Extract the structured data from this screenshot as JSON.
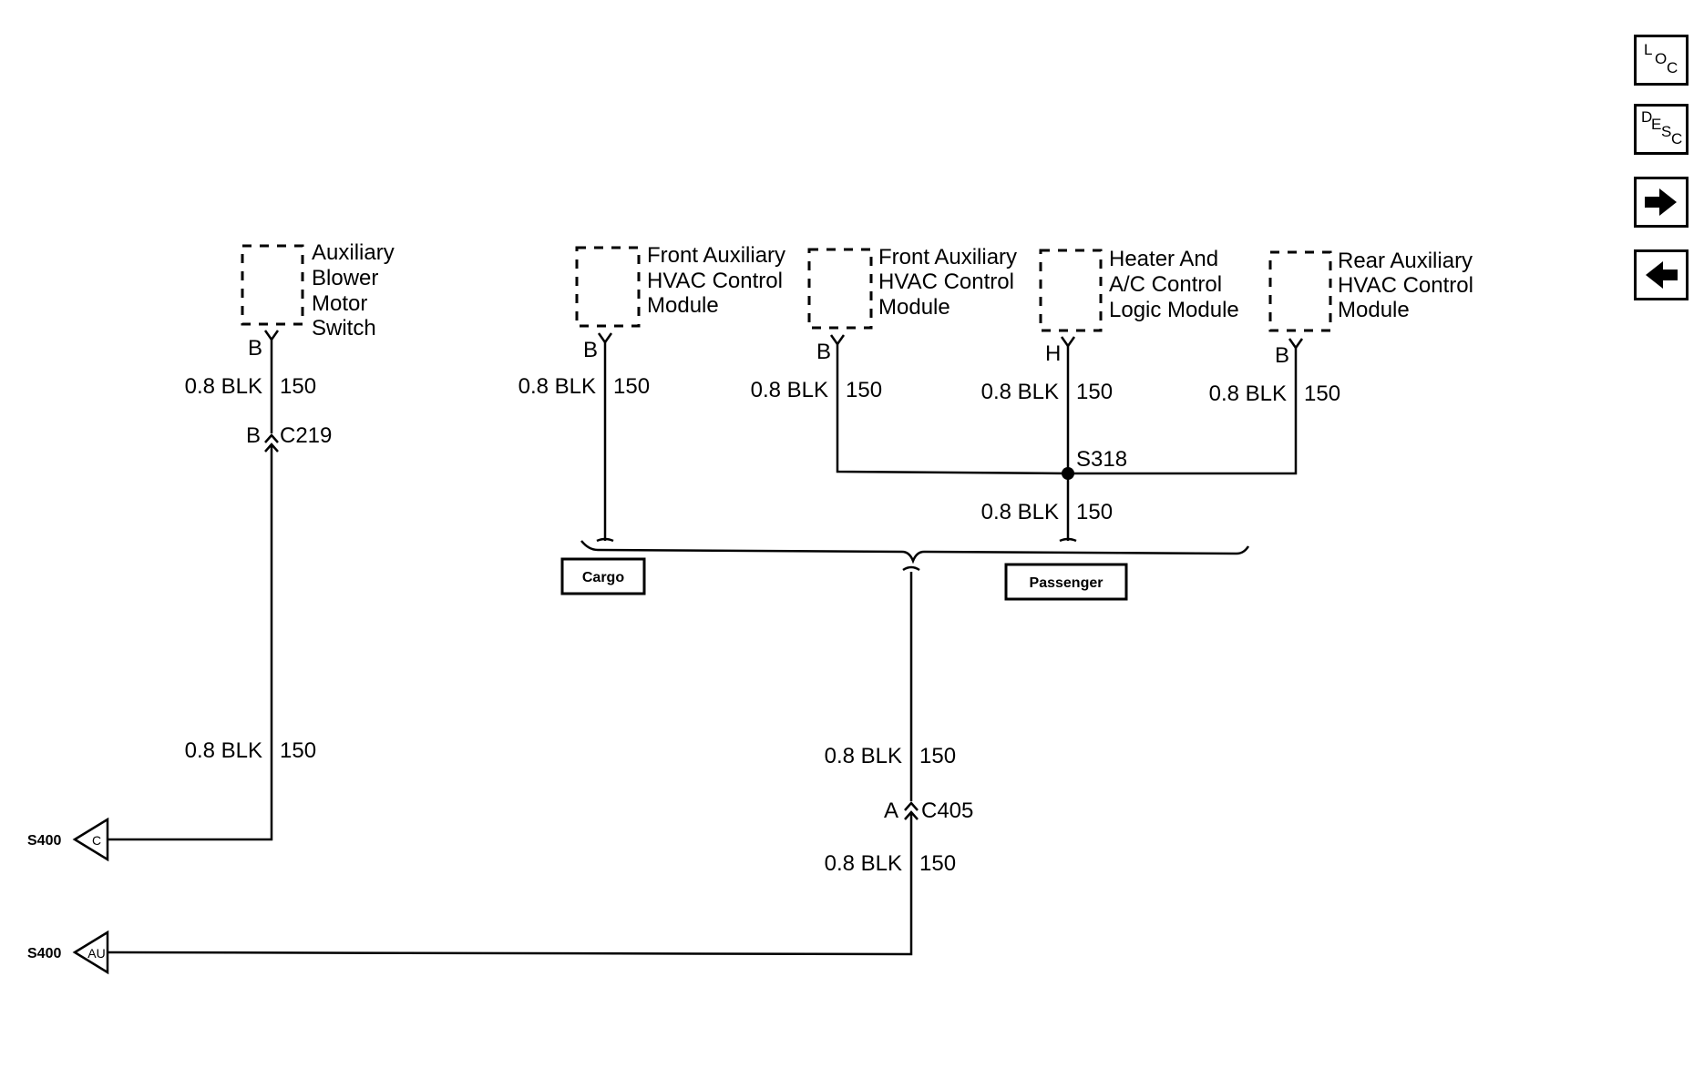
{
  "components": {
    "blower_switch": [
      "Auxiliary",
      "Blower",
      "Motor",
      "Switch"
    ],
    "front_aux_1": [
      "Front Auxiliary",
      "HVAC Control",
      "Module"
    ],
    "front_aux_2": [
      "Front Auxiliary",
      "HVAC Control",
      "Module"
    ],
    "heater_ac": [
      "Heater And",
      "A/C Control",
      "Logic Module"
    ],
    "rear_aux": [
      "Rear Auxiliary",
      "HVAC Control",
      "Module"
    ]
  },
  "pins": {
    "blower": "B",
    "front1": "B",
    "front2": "B",
    "heater": "H",
    "rear": "B"
  },
  "wire": {
    "spec": "0.8 BLK",
    "circuit": "150"
  },
  "connectors": {
    "c219": {
      "pin": "B",
      "name": "C219"
    },
    "c405": {
      "pin": "A",
      "name": "C405"
    }
  },
  "splice": "S318",
  "options": {
    "cargo": "Cargo",
    "passenger": "Passenger"
  },
  "refs": {
    "s400_c": {
      "name": "S400",
      "letter": "C"
    },
    "s400_au": {
      "name": "S400",
      "letter": "AU"
    }
  },
  "nav": {
    "loc": {
      "l1": "L",
      "l2": "O",
      "l3": "C"
    },
    "desc": {
      "l1": "D",
      "l2": "E",
      "l3": "S",
      "l4": "C"
    }
  }
}
